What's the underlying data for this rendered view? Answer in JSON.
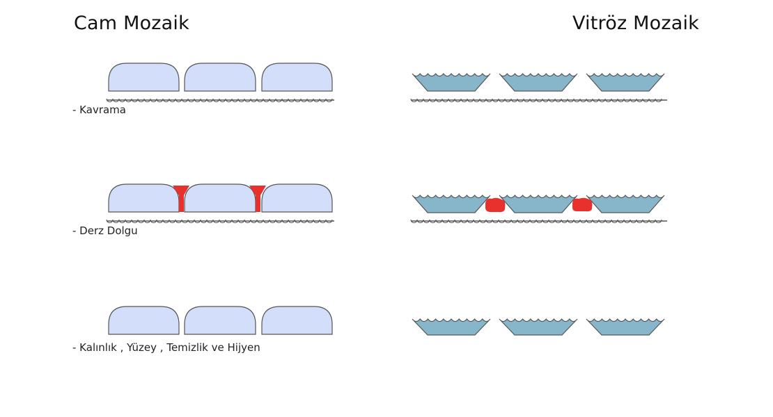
{
  "titles": {
    "left": "Cam Mozaik",
    "right": "Vitröz Mozaik"
  },
  "rows": [
    {
      "label": "- Kavrama"
    },
    {
      "label": "- Derz Dolgu"
    },
    {
      "label": "- Kalınlık , Yüzey , Temizlik ve Hijyen"
    }
  ],
  "colors": {
    "glass_tile": "#d3defa",
    "vitroz_tile": "#87b6cb",
    "grout": "#e8302c",
    "outline": "#555555"
  }
}
